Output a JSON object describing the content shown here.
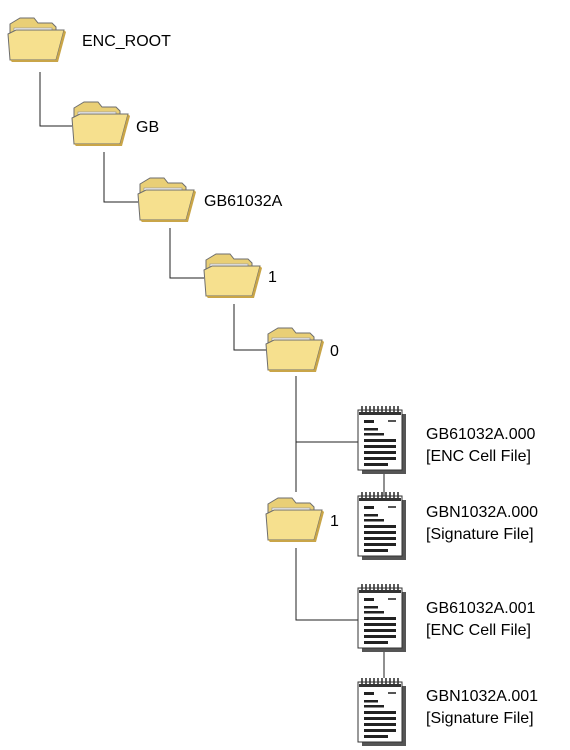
{
  "tree": {
    "folders": [
      {
        "id": "enc-root",
        "label": "ENC_ROOT"
      },
      {
        "id": "gb",
        "label": "GB"
      },
      {
        "id": "gb61032a",
        "label": "GB61032A"
      },
      {
        "id": "one",
        "label": "1"
      },
      {
        "id": "zero",
        "label": "0"
      },
      {
        "id": "one-b",
        "label": "1"
      }
    ],
    "files": [
      {
        "id": "gb61032a-000",
        "name": "GB61032A.000",
        "desc": "[ENC Cell File]"
      },
      {
        "id": "gbn1032a-000",
        "name": "GBN1032A.000",
        "desc": "[Signature File]"
      },
      {
        "id": "gb61032a-001",
        "name": "GB61032A.001",
        "desc": "[ENC Cell File]"
      },
      {
        "id": "gbn1032a-001",
        "name": "GBN1032A.001",
        "desc": "[Signature File]"
      }
    ],
    "colors": {
      "folder_fill": "#f6e08e",
      "folder_dark": "#c9a548",
      "folder_outline": "#6e6e6e",
      "doc_fill": "#ffffff",
      "connector": "#222222"
    },
    "icons": {
      "folder": "folder-icon",
      "file": "document-icon"
    }
  }
}
